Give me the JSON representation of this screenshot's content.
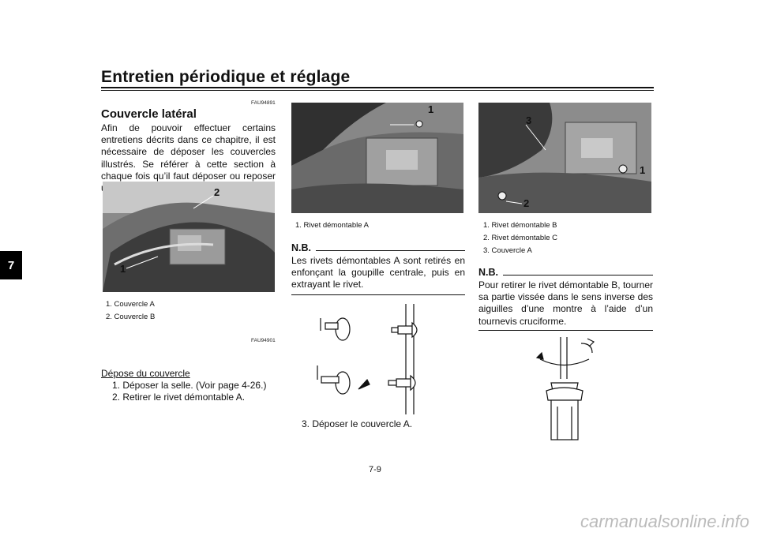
{
  "header": {
    "title": "Entretien périodique et réglage"
  },
  "chapter_tab": "7",
  "left": {
    "code1": "FAU94891",
    "heading": "Couvercle latéral",
    "paragraph": "Afin de pouvoir effectuer certains entretiens décrits dans ce chapitre, il est nécessaire de déposer les couvercles illustrés. Se référer à cette section à chaque fois qu’il faut déposer ou reposer un couvercle.",
    "fig_labels": [
      "1",
      "2"
    ],
    "captions": [
      "1.  Couvercle A",
      "2.  Couvercle B"
    ],
    "code2": "FAU94901",
    "subheading": "Dépose du couvercle",
    "steps": [
      "1.  Déposer la selle. (Voir page 4-26.)",
      "2.  Retirer le rivet démontable A."
    ]
  },
  "middle": {
    "fig_label": "1",
    "caption": "1.  Rivet démontable A",
    "nb_title": "N.B.",
    "nb_text": "Les rivets démontables A sont retirés en enfonçant la goupille centrale, puis en extrayant le rivet.",
    "step3": "3.  Déposer le couvercle A."
  },
  "right": {
    "fig_labels": [
      "3",
      "1",
      "2"
    ],
    "captions": [
      "1.  Rivet démontable B",
      "2.  Rivet démontable C",
      "3.  Couvercle A"
    ],
    "nb_title": "N.B.",
    "nb_text": "Pour retirer le rivet démontable B, tourner sa partie vissée dans le sens inverse des aiguilles d’une montre à l’aide d’un tournevis cruciforme."
  },
  "page_number": "7-9",
  "watermark": "carmanualsonline.info"
}
